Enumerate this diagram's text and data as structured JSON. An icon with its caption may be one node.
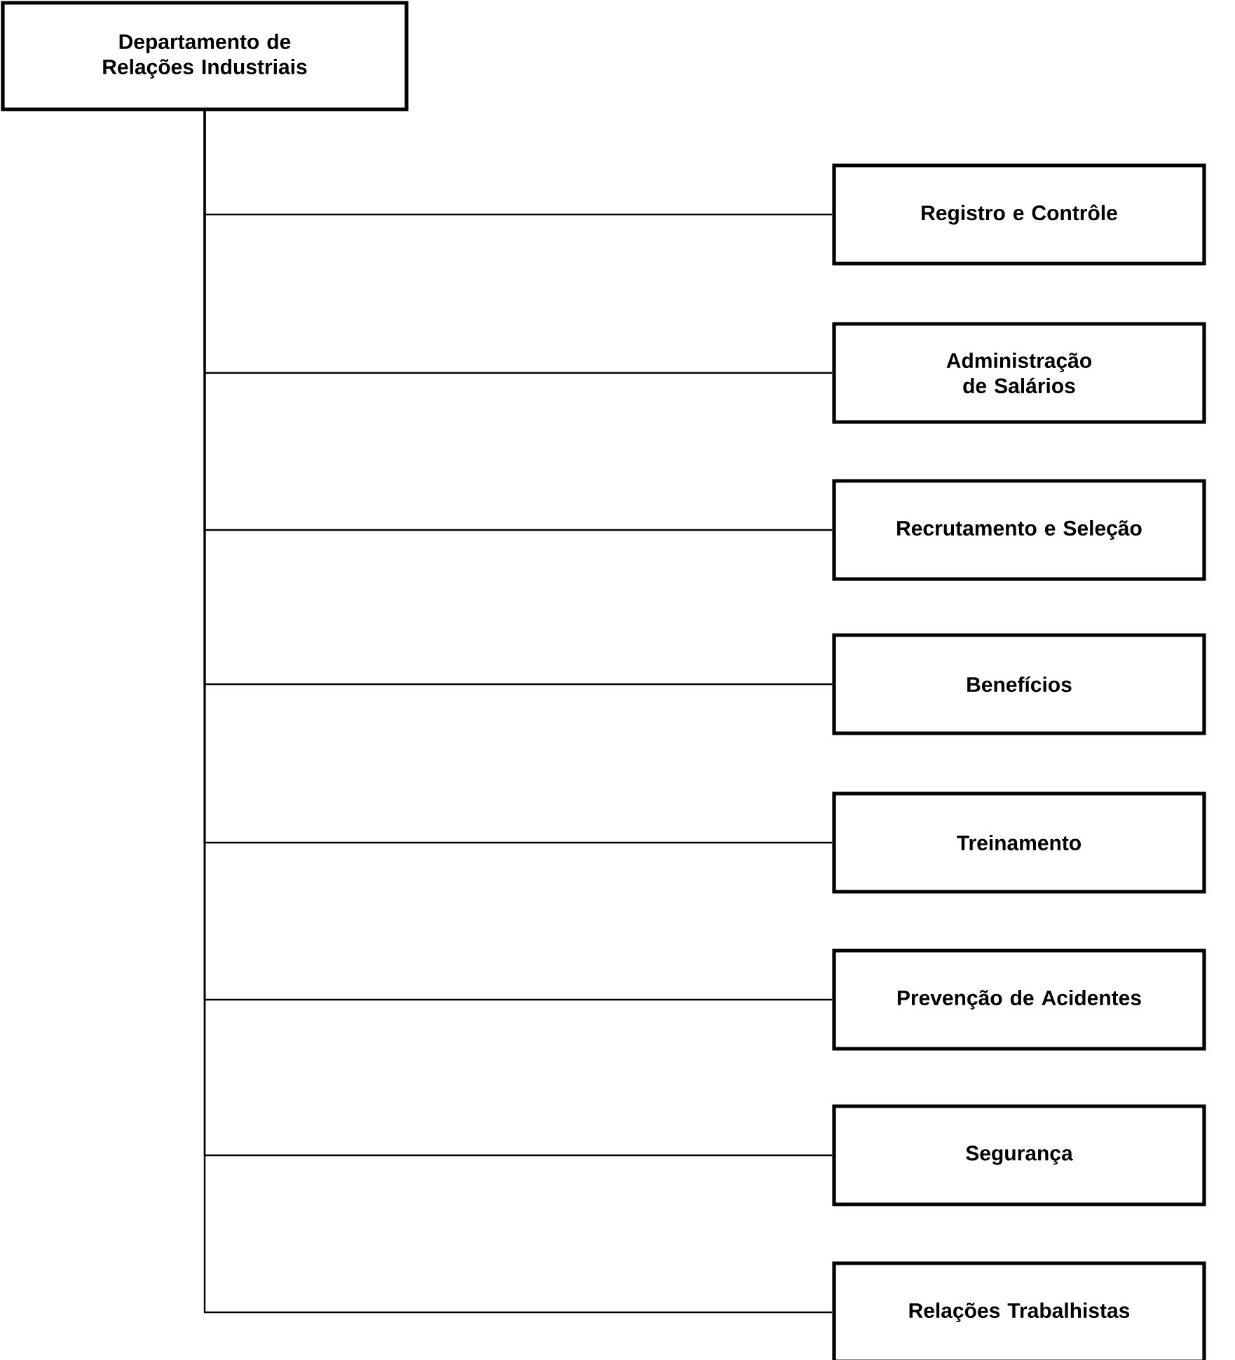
{
  "diagram": {
    "nodes": [
      {
        "text": [
          "Departamento de Relações Industriais"
        ]
      },
      {
        "text": [
          "Registro e Contrôle"
        ]
      },
      {
        "text": [
          "Administração de Salários"
        ]
      },
      {
        "text": [
          "Recrutamento e Seleção"
        ]
      },
      {
        "text": [
          "Benefícios"
        ]
      },
      {
        "text": [
          "Treinamento"
        ]
      },
      {
        "text": [
          "Prevenção de Acidentes"
        ]
      },
      {
        "text": [
          "Segurança"
        ]
      },
      {
        "text": [
          "Relações Trabalhistas"
        ]
      }
    ],
    "edges": [
      {
        "from": 0,
        "to": 1,
        "arrow": "none"
      },
      {
        "from": 0,
        "to": 2,
        "arrow": "none"
      },
      {
        "from": 0,
        "to": 3,
        "arrow": "none"
      },
      {
        "from": 0,
        "to": 4,
        "arrow": "none"
      },
      {
        "from": 0,
        "to": 5,
        "arrow": "none"
      },
      {
        "from": 0,
        "to": 6,
        "arrow": "none"
      },
      {
        "from": 0,
        "to": 7,
        "arrow": "none"
      },
      {
        "from": 0,
        "to": 8,
        "arrow": "none"
      }
    ]
  }
}
